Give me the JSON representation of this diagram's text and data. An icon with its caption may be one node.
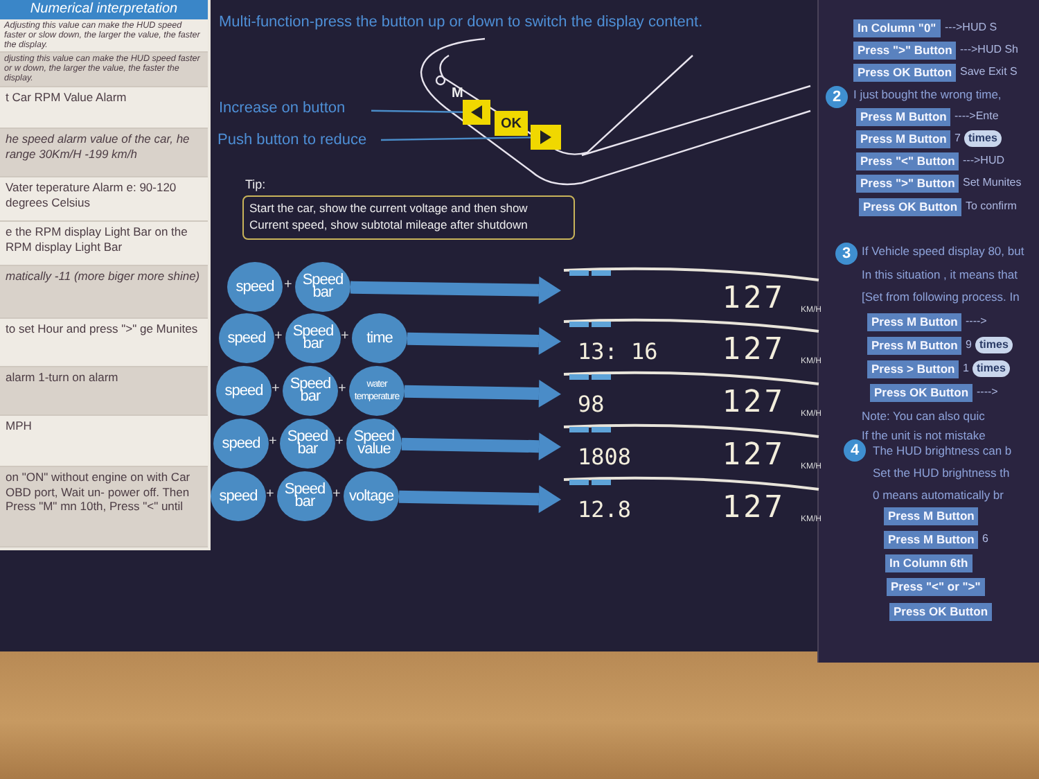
{
  "diagram": {
    "nodes": [
      {
        "text": [
          "Increase on button"
        ]
      },
      {
        "text": [
          "Push button to reduce"
        ]
      },
      {
        "text": [],
        "shape": "box"
      },
      {
        "text": [
          "OK"
        ]
      },
      {
        "text": [],
        "shape": "box"
      },
      {
        "text": [
          "Start the car, show the current voltage and then show Current speed, show subtotal mileage after shutdown"
        ],
        "beside": [
          "Tip:"
        ]
      },
      {
        "text": [
          "speed"
        ]
      },
      {
        "text": [
          "Speed bar"
        ]
      },
      {
        "text": [
          "127",
          "KM/H"
        ]
      },
      {
        "text": [
          "speed"
        ]
      },
      {
        "text": [
          "Speed bar"
        ]
      },
      {
        "text": [
          "time"
        ]
      },
      {
        "text": [
          "13: 16",
          "127",
          "KM/H"
        ]
      },
      {
        "text": [
          "speed"
        ]
      },
      {
        "text": [
          "Speed bar"
        ]
      },
      {
        "text": [
          "water temperature"
        ]
      },
      {
        "text": [
          "98",
          "127",
          "KM/H"
        ]
      },
      {
        "text": [
          "speed"
        ]
      },
      {
        "text": [
          "Speed bar"
        ]
      },
      {
        "text": [
          "Speed value"
        ]
      },
      {
        "text": [
          "1808",
          "127",
          "KM/H"
        ]
      },
      {
        "text": [
          "speed"
        ]
      },
      {
        "text": [
          "Speed bar"
        ]
      },
      {
        "text": [
          "voltage"
        ]
      },
      {
        "text": [
          "12.8",
          "127",
          "KM/H"
        ]
      },
      {
        "text": [
          "In Column \"0\""
        ],
        "beside": [
          "--->HUD S"
        ]
      },
      {
        "text": [
          "Press \">\" Button"
        ],
        "beside": [
          "--->HUD Sh"
        ]
      },
      {
        "text": [
          "Press OK Button"
        ],
        "beside": [
          "Save Exit S"
        ]
      },
      {
        "text": [
          "2"
        ]
      },
      {
        "text": [
          "Press M Button"
        ],
        "beside": [
          "---->Ente"
        ]
      },
      {
        "text": [
          "Press M Button"
        ],
        "beside": [
          "7"
        ]
      },
      {
        "text": [
          "times"
        ]
      },
      {
        "text": [
          "Press \"<\" Button"
        ],
        "beside": [
          "--->HUD"
        ]
      },
      {
        "text": [
          "Press \">\" Button"
        ],
        "beside": [
          "Set Munites"
        ]
      },
      {
        "text": [
          "Press OK Button"
        ],
        "beside": [
          "To confirm"
        ]
      },
      {
        "text": [
          "3"
        ]
      },
      {
        "text": [
          "Press M Button"
        ],
        "beside": [
          "---->"
        ]
      },
      {
        "text": [
          "Press M Button"
        ],
        "beside": [
          "9"
        ]
      },
      {
        "text": [
          "times"
        ]
      },
      {
        "text": [
          "Press > Button"
        ],
        "beside": [
          "1"
        ]
      },
      {
        "text": [
          "times"
        ]
      },
      {
        "text": [
          "Press OK Button"
        ],
        "beside": [
          "---->"
        ]
      },
      {
        "text": [
          "4"
        ]
      },
      {
        "text": [
          "Press M Button"
        ]
      },
      {
        "text": [
          "Press M Button"
        ],
        "beside": [
          "6"
        ]
      },
      {
        "text": [
          "In Column 6th"
        ]
      },
      {
        "text": [
          "Press \"<\" or \">\""
        ]
      },
      {
        "text": [
          "Press OK Button"
        ]
      }
    ],
    "edges": [
      {
        "from": 0,
        "to": 2,
        "arrow": "none"
      },
      {
        "from": 1,
        "to": 4,
        "arrow": "none"
      },
      {
        "from": 7,
        "to": 8,
        "arrow": "to"
      },
      {
        "from": 11,
        "to": 12,
        "arrow": "to"
      },
      {
        "from": 15,
        "to": 16,
        "arrow": "to"
      },
      {
        "from": 19,
        "to": 20,
        "arrow": "to"
      },
      {
        "from": 23,
        "to": 24,
        "arrow": "to"
      }
    ],
    "labels": [
      "Numerical interpretation",
      "Adjusting this value can make the HUD speed faster or slow down, the larger the value, the faster the display.",
      "djusting this value can make the HUD speed faster or w down, the larger the value, the faster the display.",
      "t Car RPM Value Alarm",
      "he speed alarm value of the car, he range 30Km/H -199 km/h",
      "Vater teperature Alarm e: 90-120 degrees Celsius",
      "e the RPM display Light Bar on the RPM display Light Bar",
      "matically -11 (more biger more shine)",
      "to set Hour and press \">\" ge Munites",
      "alarm 1-turn on alarm",
      "MPH",
      "on \"ON\" without engine on with Car OBD port, Wait un- power off. Then Press \"M\" mn 10th, Press \"<\" until",
      "Multi-function-press the button up or down to switch the display content.",
      "M",
      "+",
      "+",
      "+",
      "+",
      "+",
      "+",
      "+",
      "+",
      "+",
      "I just bought the wrong time,",
      "If Vehicle speed display 80, but",
      "In this situation , it means that",
      "[Set from following process. In",
      "Note: You can also quic",
      "If the unit is not mistake",
      "The HUD brightness can b",
      "Set the HUD brightness th",
      "0 means automatically br"
    ]
  }
}
